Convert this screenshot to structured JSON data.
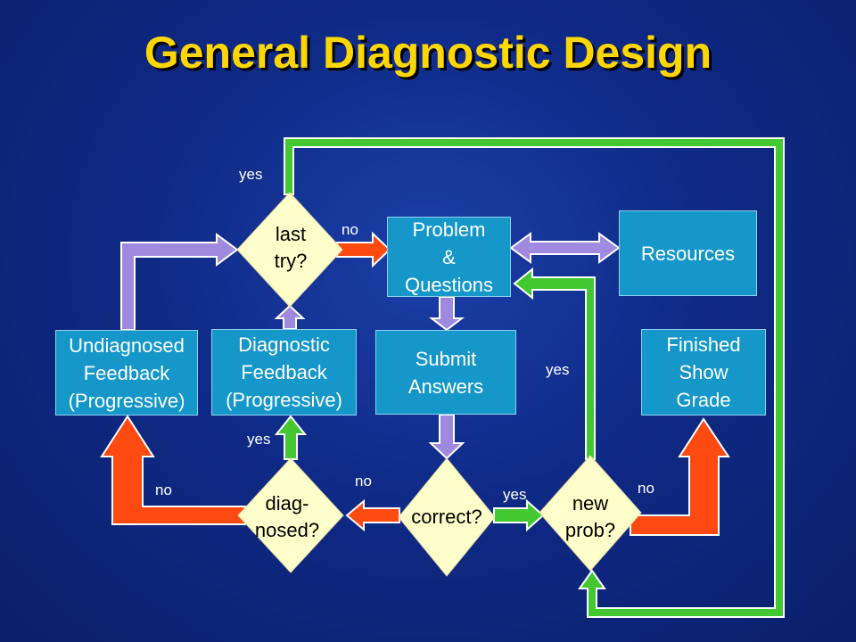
{
  "title": "General Diagnostic Design",
  "colors": {
    "background": "#0f2a86",
    "title": "#ffd700",
    "box": "#1597c9",
    "diamond": "#ffffcc",
    "green_arrow": "#44c832",
    "red_arrow": "#ff3300",
    "purple_arrow": "#a08ae0"
  },
  "nodes": {
    "problem": {
      "line1": "Problem",
      "line2": "&",
      "line3": "Questions"
    },
    "resources": {
      "line1": "Resources"
    },
    "submit": {
      "line1": "Submit",
      "line2": "Answers"
    },
    "finished": {
      "line1": "Finished",
      "line2": "Show",
      "line3": "Grade"
    },
    "undiagnosed": {
      "line1": "Undiagnosed",
      "line2": "Feedback",
      "line3": "(Progressive)"
    },
    "diagnostic": {
      "line1": "Diagnostic",
      "line2": "Feedback",
      "line3": "(Progressive)"
    },
    "last_try": {
      "line1": "last",
      "line2": "try?"
    },
    "correct": {
      "line1": "correct?"
    },
    "diagnosed": {
      "line1": "diag-",
      "line2": "nosed?"
    },
    "new_prob": {
      "line1": "new",
      "line2": "prob?"
    }
  },
  "edge_labels": {
    "last_try_yes": "yes",
    "last_try_no": "no",
    "new_prob_yes": "yes",
    "diagnosed_yes": "yes",
    "diagnosed_no": "no",
    "correct_no": "no",
    "correct_yes": "yes",
    "new_prob_no": "no"
  }
}
